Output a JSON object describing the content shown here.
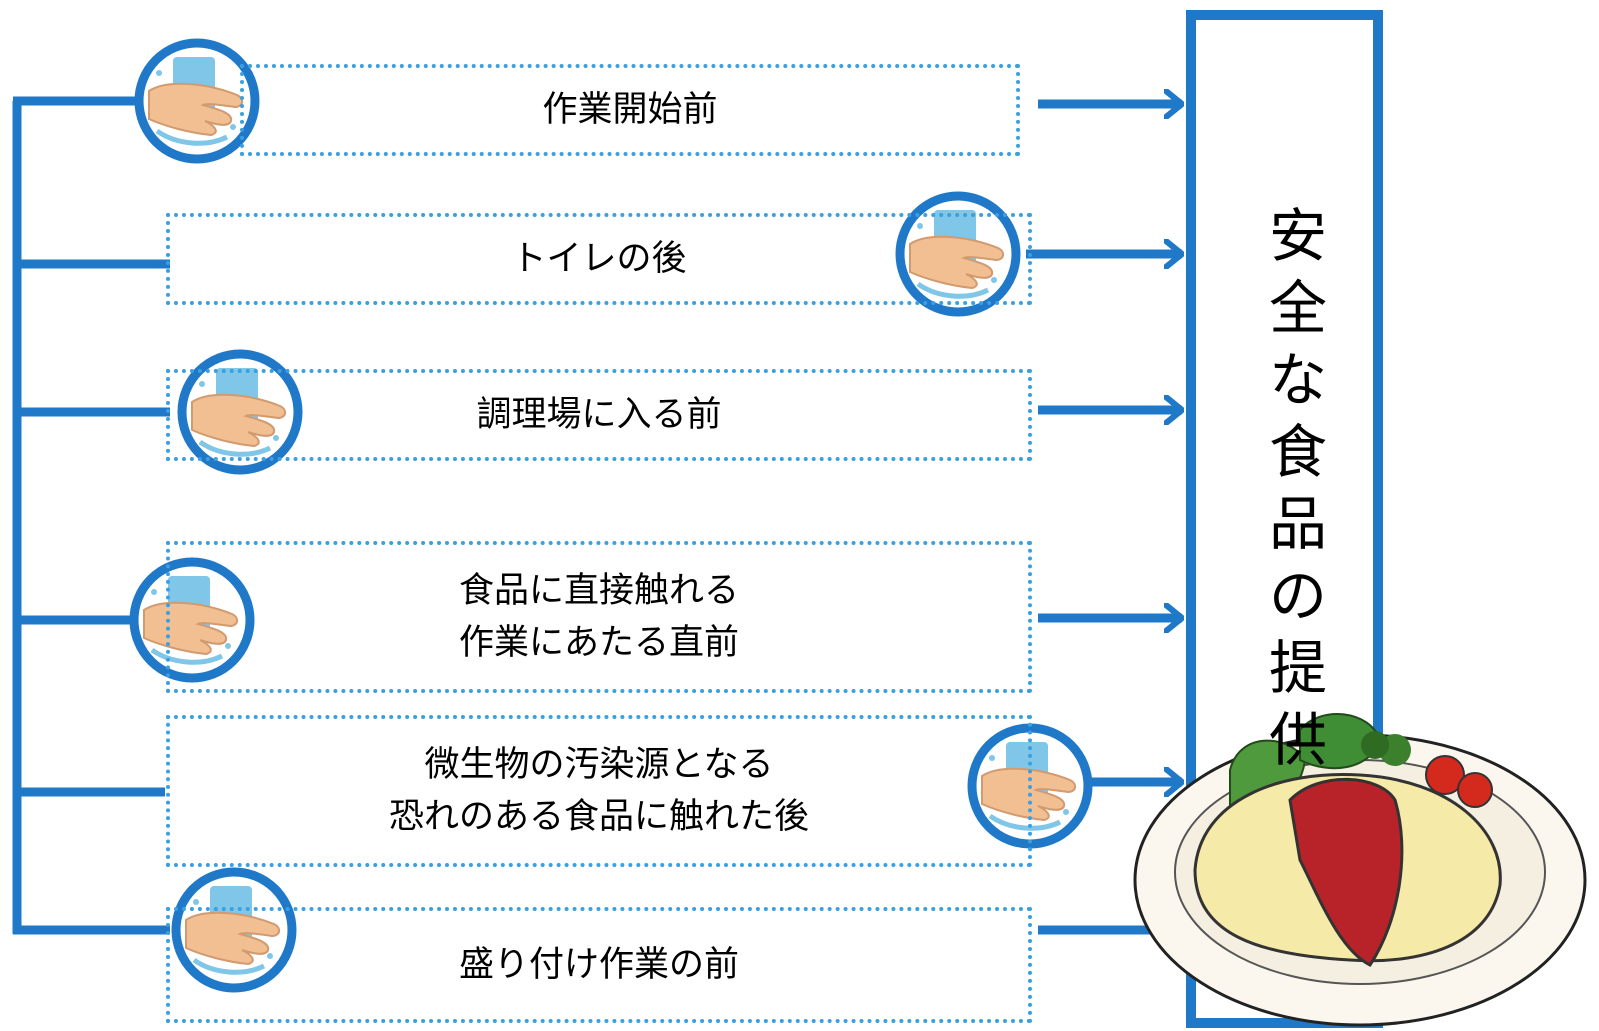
{
  "colors": {
    "accent": "#1f78c8",
    "dotted_border": "#3aa0e0"
  },
  "steps": [
    {
      "label": "作業開始前"
    },
    {
      "label": "トイレの後"
    },
    {
      "label": "調理場に入る前"
    },
    {
      "label": "食品に直接触れる\n作業にあたる直前"
    },
    {
      "label": "微生物の汚染源となる\n恐れのある食品に触れた後"
    },
    {
      "label": "盛り付け作業の前"
    }
  ],
  "result": {
    "chars": [
      "安",
      "全",
      "な",
      "食",
      "品",
      "の",
      "提",
      "供"
    ]
  },
  "icons": {
    "handwash": "handwash-icon",
    "dish": "omelette-rice-plate-icon"
  }
}
